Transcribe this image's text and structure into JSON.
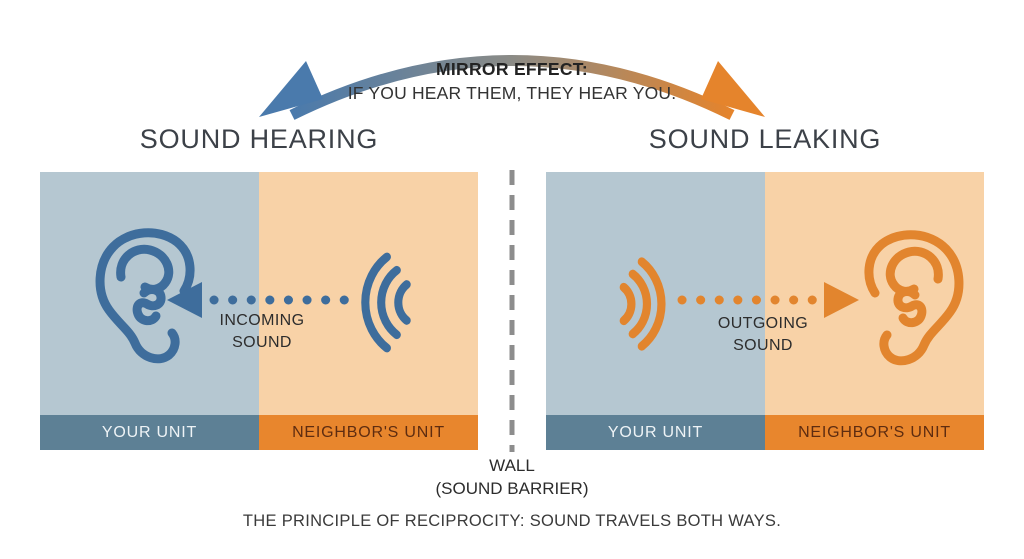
{
  "header": {
    "mirror_title": "MIRROR EFFECT:",
    "mirror_subtitle": "IF YOU HEAR THEM, THEY HEAR YOU."
  },
  "left_panel": {
    "title": "SOUND HEARING",
    "flow_label_line1": "INCOMING",
    "flow_label_line2": "SOUND",
    "your_unit_label": "YOUR UNIT",
    "neighbor_unit_label": "NEIGHBOR'S UNIT"
  },
  "right_panel": {
    "title": "SOUND LEAKING",
    "flow_label_line1": "OUTGOING",
    "flow_label_line2": "SOUND",
    "your_unit_label": "YOUR UNIT",
    "neighbor_unit_label": "NEIGHBOR'S UNIT"
  },
  "wall": {
    "label_line1": "WALL",
    "label_line2": "(SOUND BARRIER)"
  },
  "footer": {
    "caption": "THE PRINCIPLE OF RECIPROCITY: SOUND TRAVELS BOTH WAYS."
  },
  "colors": {
    "your_unit_bg": "#b5c7d1",
    "neighbor_unit_bg": "#f8d2a7",
    "your_unit_bar": "#5d8095",
    "neighbor_unit_bar": "#e8862d",
    "hearing_stroke": "#3e6d9c",
    "leaking_stroke": "#e2852e",
    "wall_line": "#8d8d8d",
    "mirror_arrow_start": "#4a7aac",
    "mirror_arrow_mid": "#8b8b86",
    "mirror_arrow_end": "#e5842c"
  }
}
